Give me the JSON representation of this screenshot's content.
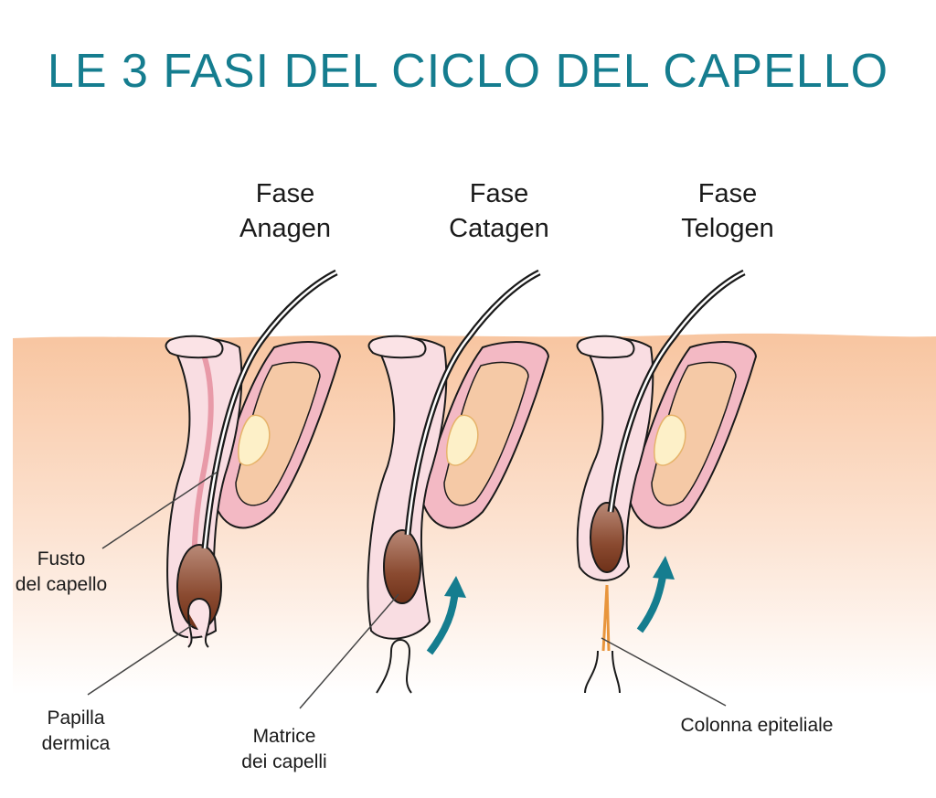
{
  "title": "LE 3 FASI DEL CICLO DEL CAPELLO",
  "phases": [
    {
      "line1": "Fase",
      "line2": "Anagen"
    },
    {
      "line1": "Fase",
      "line2": "Catagen"
    },
    {
      "line1": "Fase",
      "line2": "Telogen"
    }
  ],
  "callouts": {
    "fusto": {
      "line1": "Fusto",
      "line2": "del capello"
    },
    "papilla": {
      "line1": "Papilla",
      "line2": "dermica"
    },
    "matrice": {
      "line1": "Matrice",
      "line2": "dei capelli"
    },
    "colonna": {
      "line1": "Colonna epiteliale"
    }
  },
  "colors": {
    "title": "#157d8f",
    "arrow": "#157d8f",
    "skin_top": "#f8c7a2",
    "skin_bottom": "#ffffff",
    "sheath": "#f3b9c4",
    "gland": "#f5c9a6",
    "bulb": "#7a3b25"
  }
}
